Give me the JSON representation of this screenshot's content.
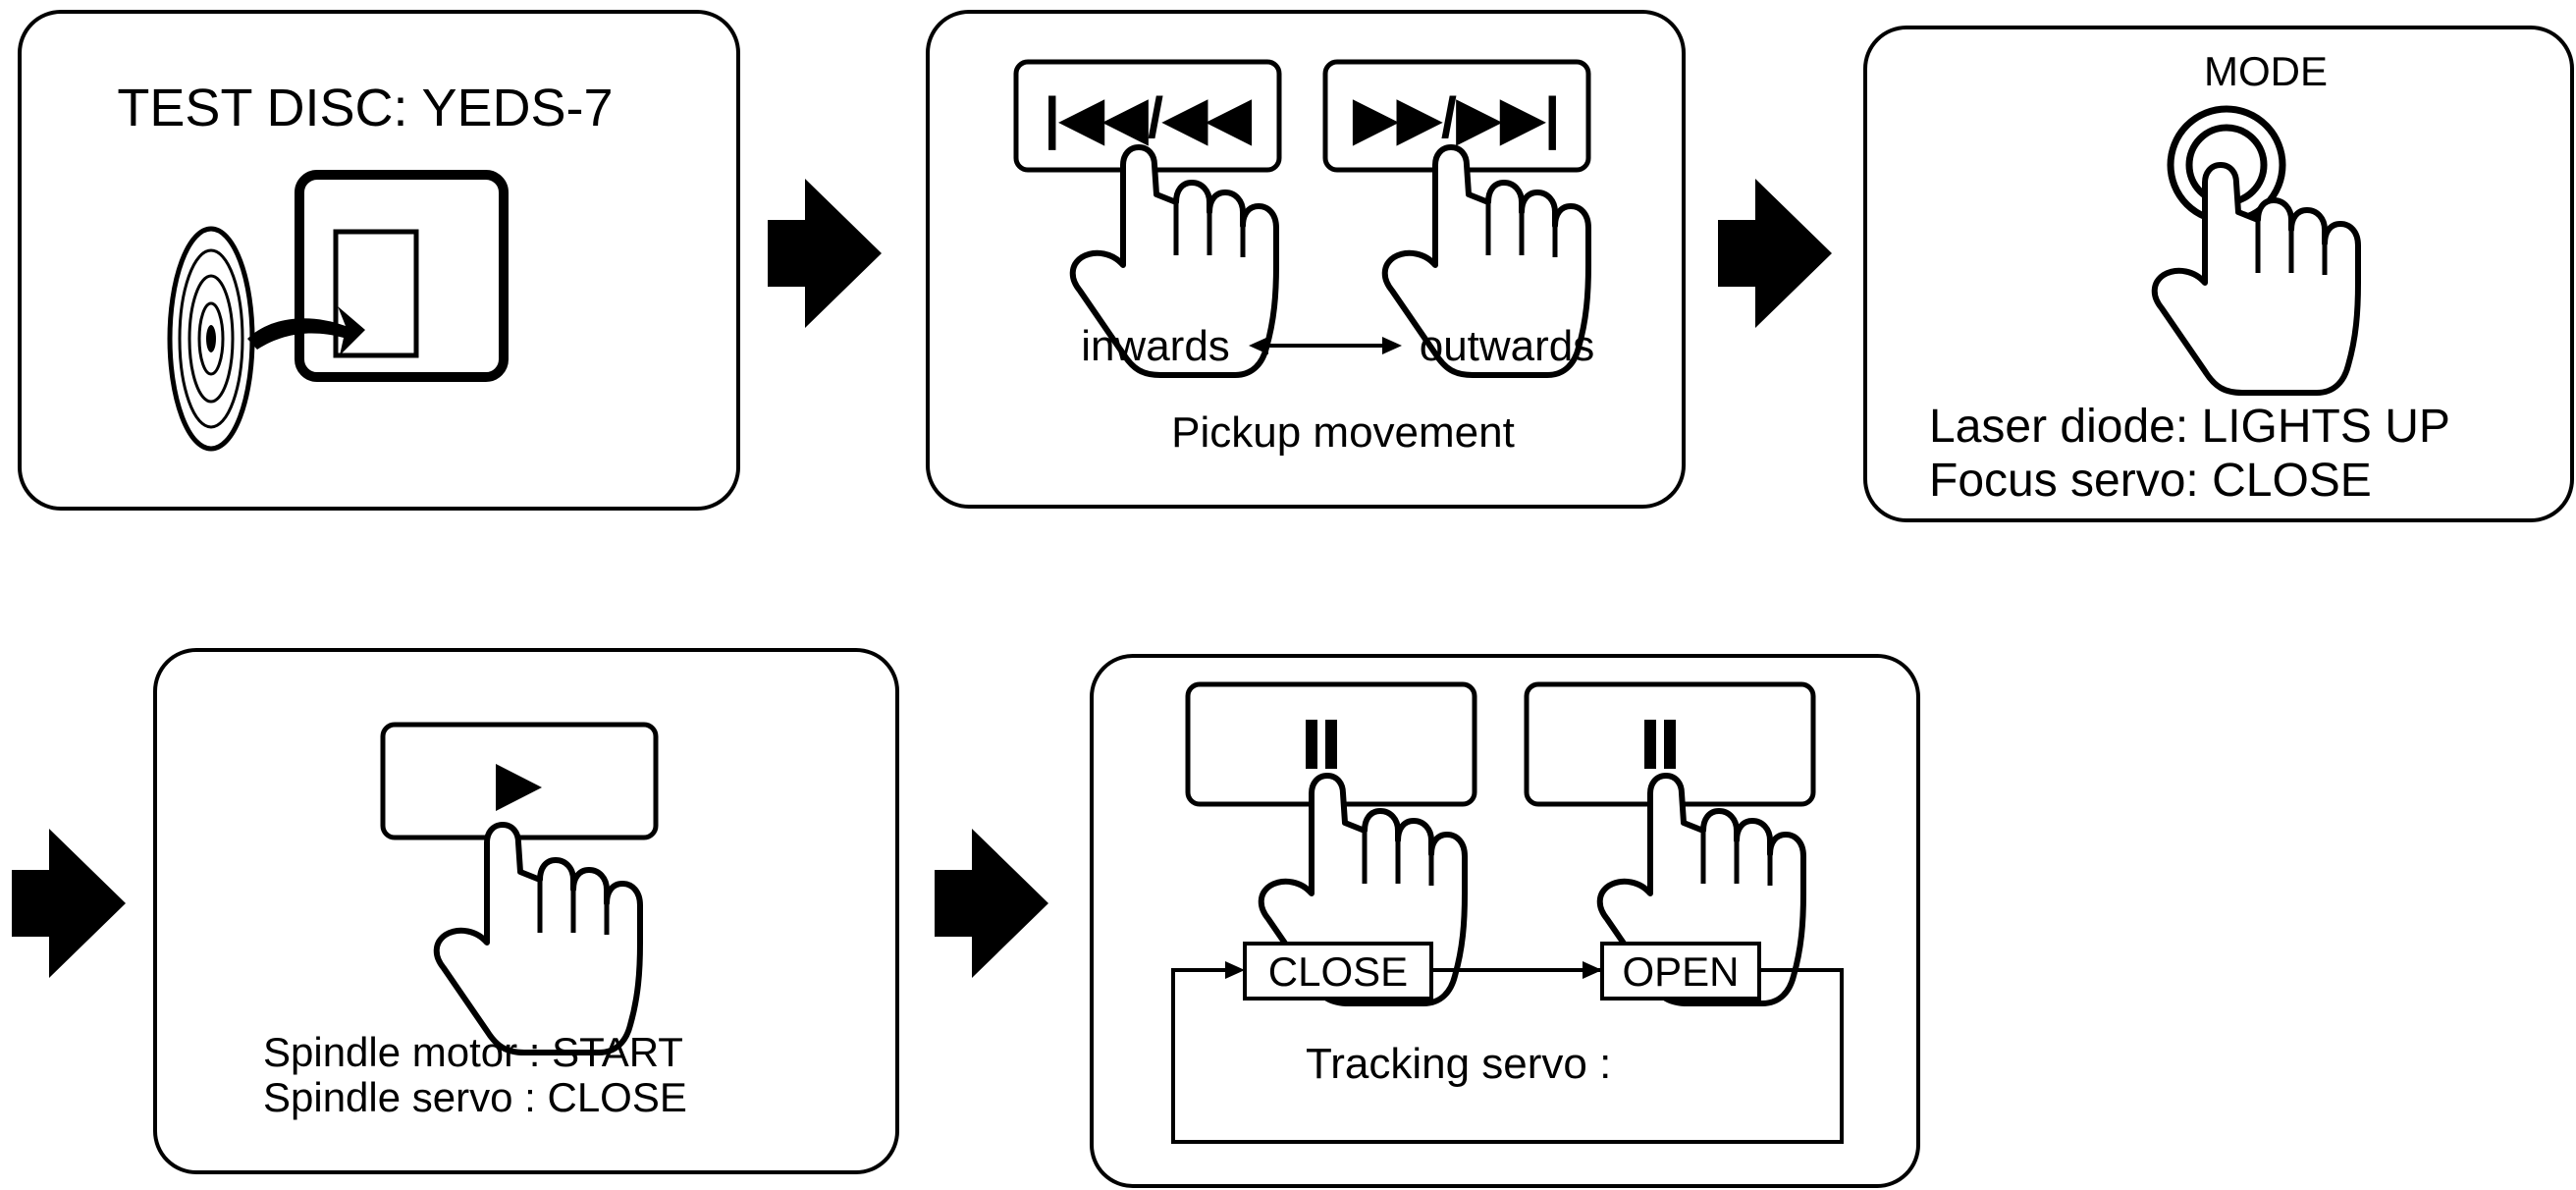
{
  "step1": {
    "title": "TEST DISC: YEDS-7"
  },
  "step2": {
    "button_rev_label": "|◀◀/◀◀",
    "button_fwd_label": "▶▶/▶▶|",
    "inwards": "inwards",
    "outwards": "outwards",
    "caption": "Pickup movement"
  },
  "step3": {
    "mode_label": "MODE",
    "line1": "Laser diode: LIGHTS UP",
    "line2": "Focus servo: CLOSE"
  },
  "step4": {
    "line1": "Spindle motor : START",
    "line2": "Spindle servo : CLOSE"
  },
  "step5": {
    "close_label": "CLOSE",
    "open_label": "OPEN",
    "caption": "Tracking servo :"
  },
  "icons": [
    "hand-press-icon",
    "flow-arrow-icon",
    "disc-icon",
    "pause-icon",
    "play-icon",
    "mode-button-icon"
  ]
}
